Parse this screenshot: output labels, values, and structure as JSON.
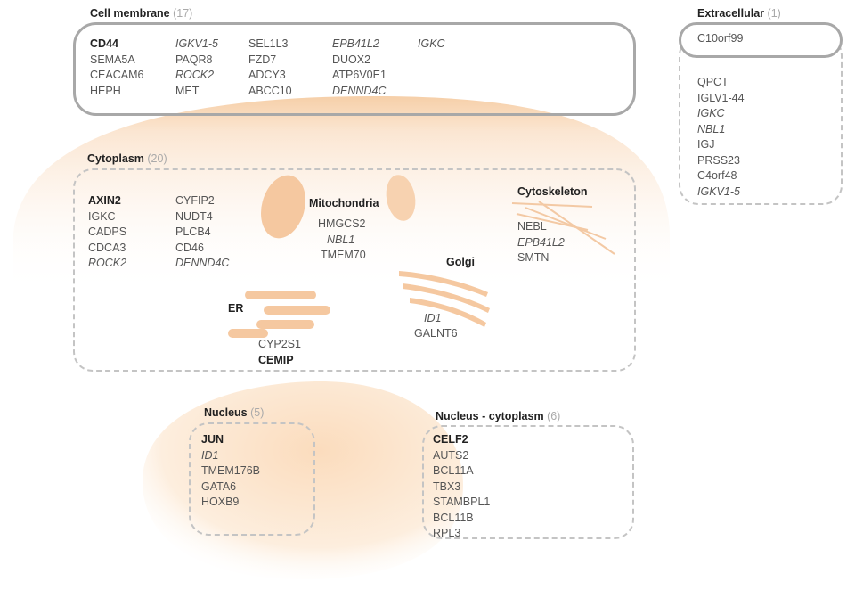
{
  "cell_membrane": {
    "title": "Cell membrane",
    "count": "(17)",
    "genes": [
      "CD44",
      "SEMA5A",
      "CEACAM6",
      "HEPH",
      "IGKV1-5",
      "PAQR8",
      "ROCK2",
      "MET",
      "SEL1L3",
      "FZD7",
      "ADCY3",
      "ABCC10",
      "EPB41L2",
      "DUOX2",
      "ATP6V0E1",
      "DENND4C",
      "IGKC"
    ]
  },
  "extracellular": {
    "title": "Extracellular",
    "count": "(1)",
    "main_gene": "C10orf99",
    "genes": [
      "QPCT",
      "IGLV1-44",
      "IGKC",
      "NBL1",
      "IGJ",
      "PRSS23",
      "C4orf48",
      "IGKV1-5"
    ]
  },
  "cytoplasm": {
    "title": "Cytoplasm",
    "count": "(20)",
    "genes": [
      "AXIN2",
      "IGKC",
      "CADPS",
      "CDCA3",
      "ROCK2",
      "CYFIP2",
      "NUDT4",
      "PLCB4",
      "CD46",
      "DENND4C"
    ]
  },
  "mitochondria": {
    "title": "Mitochondria",
    "genes": [
      "HMGCS2",
      "NBL1",
      "TMEM70"
    ]
  },
  "cytoskeleton": {
    "title": "Cytoskeleton",
    "genes": [
      "NEBL",
      "EPB41L2",
      "SMTN"
    ]
  },
  "golgi": {
    "title": "Golgi",
    "genes": [
      "ID1",
      "GALNT6"
    ]
  },
  "er": {
    "title": "ER",
    "genes": [
      "CYP2S1",
      "CEMIP"
    ]
  },
  "nucleus": {
    "title": "Nucleus",
    "count": "(5)",
    "genes": [
      "JUN",
      "ID1",
      "TMEM176B",
      "GATA6",
      "HOXB9"
    ]
  },
  "nucleus_cytoplasm": {
    "title": "Nucleus - cytoplasm",
    "count": "(6)",
    "genes": [
      "CELF2",
      "AUTS2",
      "BCL11A",
      "TBX3",
      "STAMBPL1",
      "BCL11B",
      "RPL3"
    ]
  },
  "colors": {
    "cell_fill": "#fbe3cc",
    "organelle_fill": "#f5c8a0",
    "box_border": "#a8a8a8",
    "dashed_border": "#c4c4c4"
  }
}
